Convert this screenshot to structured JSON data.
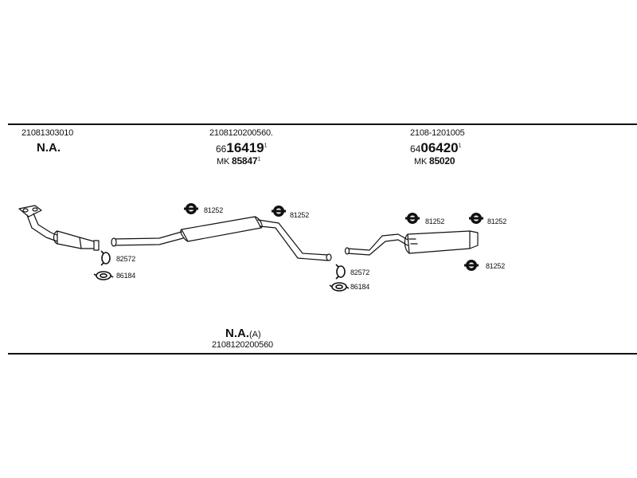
{
  "section1": {
    "code": "21081303010",
    "status": "N.A."
  },
  "section2": {
    "code": "2108120200560.",
    "part_prefix": "66",
    "part_number": "16419",
    "part_sup": "1",
    "mk_label": "MK",
    "mk_number": "85847",
    "mk_sup": "1"
  },
  "section3": {
    "code": "2108-1201005",
    "part_prefix": "64",
    "part_number": "06420",
    "part_sup": "1",
    "mk_label": "MK",
    "mk_number": "85020"
  },
  "labels": {
    "mount_a": "81252",
    "mount_b": "81252",
    "mount_c": "81252",
    "mount_d": "81252",
    "mount_e": "81252",
    "clamp_a": "82572",
    "gasket_a": "86184",
    "clamp_b": "82572",
    "gasket_b": "86184"
  },
  "footer": {
    "status": "N.A.",
    "suffix": "(A)",
    "code": "2108120200560"
  },
  "icons": [
    "rubber-mount-icon",
    "clamp-icon",
    "gasket-icon"
  ]
}
